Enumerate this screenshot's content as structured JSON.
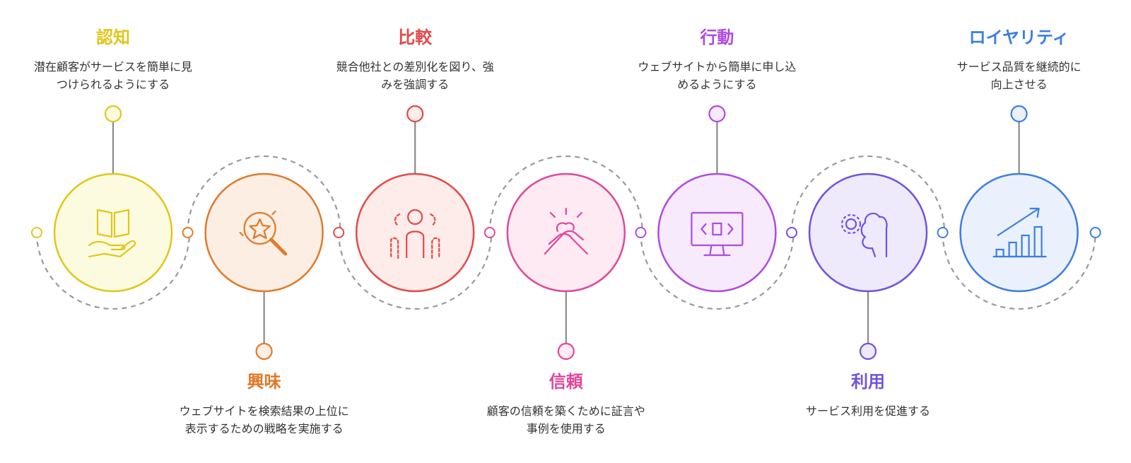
{
  "stages": [
    {
      "title": "認知",
      "desc_lines": [
        "潜在顧客がサービスを簡単に見",
        "つけられるようにする"
      ],
      "color": "#E0C61B",
      "fill": "#FCFBE0",
      "icon": "open-book-hand-icon",
      "label_pos": "top"
    },
    {
      "title": "興味",
      "desc_lines": [
        "ウェブサイトを検索結果の上位に",
        "表示するための戦略を実施する"
      ],
      "color": "#E07A2A",
      "fill": "#FDEEE3",
      "icon": "star-search-icon",
      "label_pos": "bottom"
    },
    {
      "title": "比較",
      "desc_lines": [
        "競合他社との差別化を図り、強",
        "みを強調する"
      ],
      "color": "#E04A4A",
      "fill": "#FDECEA",
      "icon": "person-compare-icon",
      "label_pos": "top"
    },
    {
      "title": "信頼",
      "desc_lines": [
        "顧客の信頼を築くために証言や",
        "事例を使用する"
      ],
      "color": "#E0479A",
      "fill": "#FDEAF3",
      "icon": "handshake-icon",
      "label_pos": "bottom"
    },
    {
      "title": "行動",
      "desc_lines": [
        "ウェブサイトから簡単に申し込",
        "めるようにする"
      ],
      "color": "#B04AE0",
      "fill": "#F6EAFC",
      "icon": "monitor-code-icon",
      "label_pos": "top"
    },
    {
      "title": "利用",
      "desc_lines": [
        "サービス利用を促進する"
      ],
      "color": "#7052E0",
      "fill": "#EEEAFC",
      "icon": "hand-gear-icon",
      "label_pos": "bottom"
    },
    {
      "title": "ロイヤリティ",
      "desc_lines": [
        "サービス品質を継続的に",
        "向上させる"
      ],
      "color": "#3C7EE0",
      "fill": "#EAF1FC",
      "icon": "growth-chart-icon",
      "label_pos": "top"
    }
  ]
}
